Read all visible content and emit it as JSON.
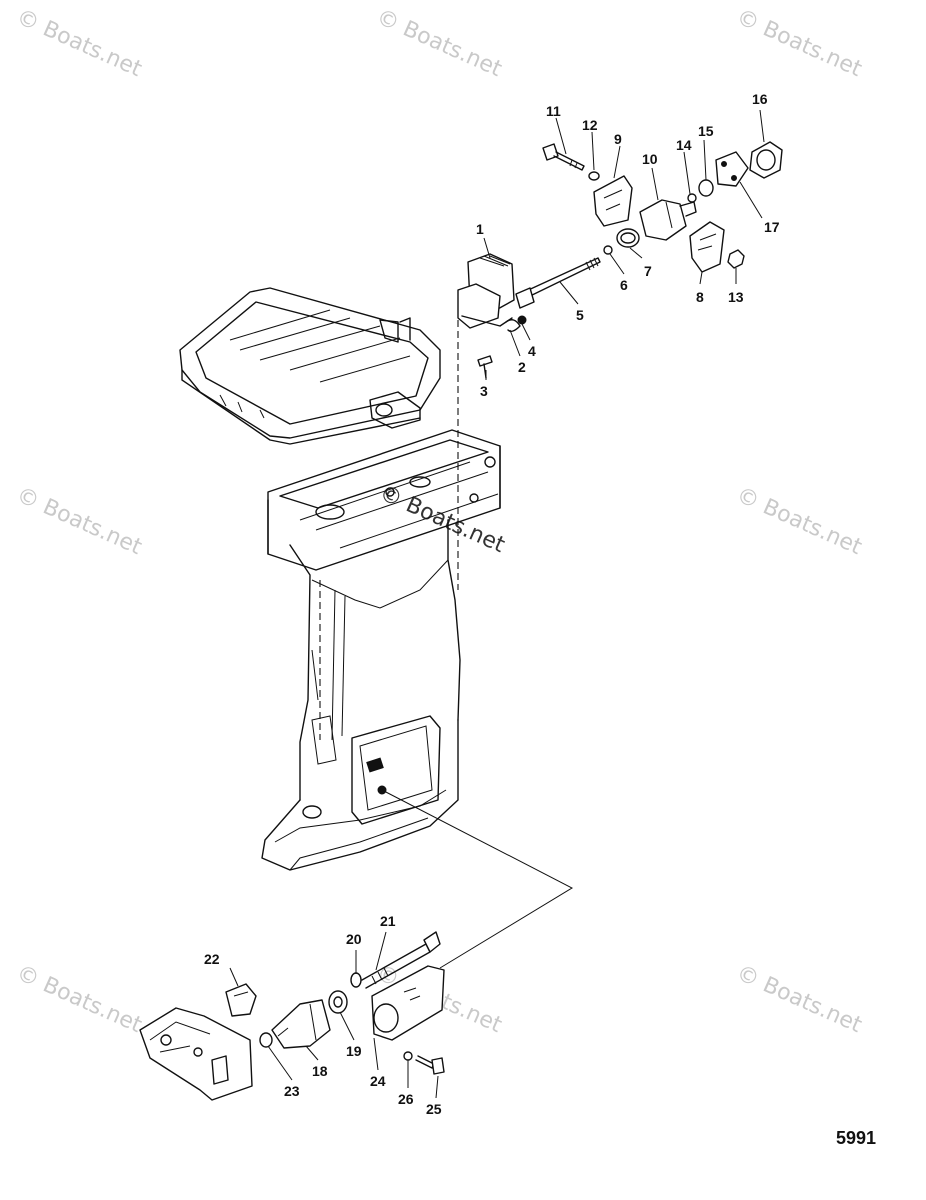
{
  "watermark_text": "© Boats.net",
  "diagram_code": "5991",
  "callouts": [
    "1",
    "2",
    "3",
    "4",
    "5",
    "6",
    "7",
    "8",
    "9",
    "10",
    "11",
    "12",
    "13",
    "14",
    "15",
    "16",
    "17",
    "18",
    "19",
    "20",
    "21",
    "22",
    "23",
    "24",
    "25",
    "26"
  ]
}
